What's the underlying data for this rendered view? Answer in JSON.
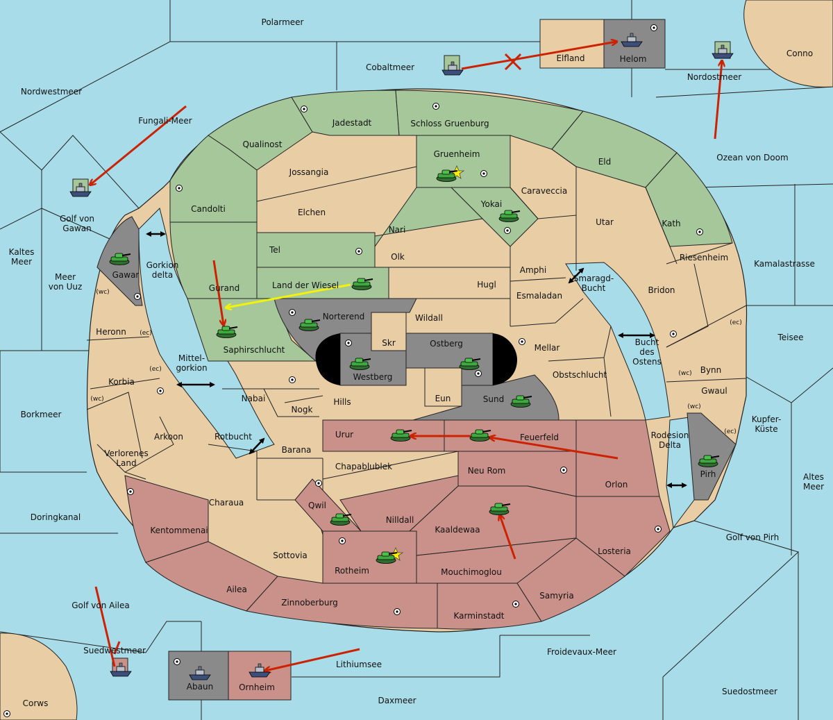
{
  "colors": {
    "sea": "#a8dce8",
    "neutral": "#e8cda5",
    "green": "#a5c79a",
    "red": "#c9918a",
    "gray": "#8a8a8a",
    "corner_land": "#e8cda5",
    "order_arrow": "#cc2200",
    "support_arrow": "#f2f20a",
    "convoy_arrow": "#000000"
  },
  "icons": {
    "army": "tank-icon",
    "fleet": "ship-icon",
    "supply_center": "supply-center-dot-icon",
    "home_center": "star-icon"
  },
  "sea_labels": {
    "polarmeer": "Polarmeer",
    "cobaltmeer": "Cobaltmeer",
    "nordwestmeer": "Nordwestmeer",
    "fungali_meer": "Fungali-Meer",
    "golf_von_gawan": "Golf von\nGawan",
    "kaltes_meer": "Kaltes\nMeer",
    "meer_von_uuz": "Meer\nvon Uuz",
    "borkmeer": "Borkmeer",
    "doringkanal": "Doringkanal",
    "golf_von_ailea": "Golf von Ailea",
    "suedwestmeer": "Suedwestmeer",
    "lithiumsee": "Lithiumsee",
    "daxmeer": "Daxmeer",
    "froidevaux_meer": "Froidevaux-Meer",
    "suedostmeer": "Suedostmeer",
    "golf_von_pirh": "Golf von Pirh",
    "altes_meer": "Altes\nMeer",
    "kupfer_kueste": "Kupfer-\nKüste",
    "teisee": "Teisee",
    "kamalastrasse": "Kamalastrasse",
    "ozean_von_doom": "Ozean von Doom",
    "nordostmeer": "Nordostmeer",
    "conno": "Conno",
    "corws": "Corws",
    "gorkion_delta": "Gorkion\ndelta",
    "mittelgorkion": "Mittel-\ngorkion",
    "rotbucht": "Rotbucht",
    "smaragd_bucht": "Smaragd-\nBucht",
    "bucht_des_ostens": "Bucht\ndes\nOstens",
    "rodesion_delta": "Rodesion\nDelta"
  },
  "land_labels": {
    "elfland": "Elfland",
    "helom": "Helom",
    "jadestadt": "Jadestadt",
    "schloss_gruenburg": "Schloss Gruenburg",
    "qualinost": "Qualinost",
    "jossangia": "Jossangia",
    "gruenheim": "Gruenheim",
    "eld": "Eld",
    "candolti": "Candolti",
    "elchen": "Elchen",
    "yokai": "Yokai",
    "caraveccia": "Caraveccia",
    "utar": "Utar",
    "kath": "Kath",
    "nari": "Nari",
    "tel": "Tel",
    "olk": "Olk",
    "amphi": "Amphi",
    "riesenheim": "Riesenheim",
    "gawar": "Gawar",
    "gurand": "Gurand",
    "land_der_wiesel": "Land der Wiesel",
    "hugl": "Hugl",
    "esmaladan": "Esmaladan",
    "bridon": "Bridon",
    "norterend": "Norterend",
    "wildall": "Wildall",
    "skr": "Skr",
    "ostberg": "Ostberg",
    "mellar": "Mellar",
    "heronn": "Heronn",
    "saphirschlucht": "Saphirschlucht",
    "westberg": "Westberg",
    "obstschlucht": "Obstschlucht",
    "bynn": "Bynn",
    "korbia": "Korbia",
    "nabai": "Nabai",
    "hills": "Hills",
    "eun": "Eun",
    "sund": "Sund",
    "gwaul": "Gwaul",
    "nogk": "Nogk",
    "arkoon": "Arkoon",
    "urur": "Urur",
    "feuerfeld": "Feuerfeld",
    "verlorenes_land": "Verlorenes\nLand",
    "barana": "Barana",
    "chapablublek": "Chapablublek",
    "neu_rom": "Neu Rom",
    "orlon": "Orlon",
    "pirh": "Pirh",
    "charaua": "Charaua",
    "qwil": "Qwil",
    "nilldall": "Nilldall",
    "kaaldewaa": "Kaaldewaa",
    "kentommenai": "Kentommenai",
    "sottovia": "Sottovia",
    "rotheim": "Rotheim",
    "mouchimoglou": "Mouchimoglou",
    "losteria": "Losteria",
    "ailea": "Ailea",
    "zinnoberburg": "Zinnoberburg",
    "samyria": "Samyria",
    "karminstadt": "Karminstadt",
    "abaun": "Abaun",
    "ornheim": "Ornheim"
  },
  "coast_labels": {
    "gawar_wc": "(wc)",
    "heronn_ec": "(ec)",
    "korbia_ec": "(ec)",
    "korbia_wc": "(wc)",
    "bridon_ec": "(ec)",
    "bynn_wc": "(wc)",
    "gwaul_wc": "(wc)",
    "pirh_ec": "(ec)"
  }
}
